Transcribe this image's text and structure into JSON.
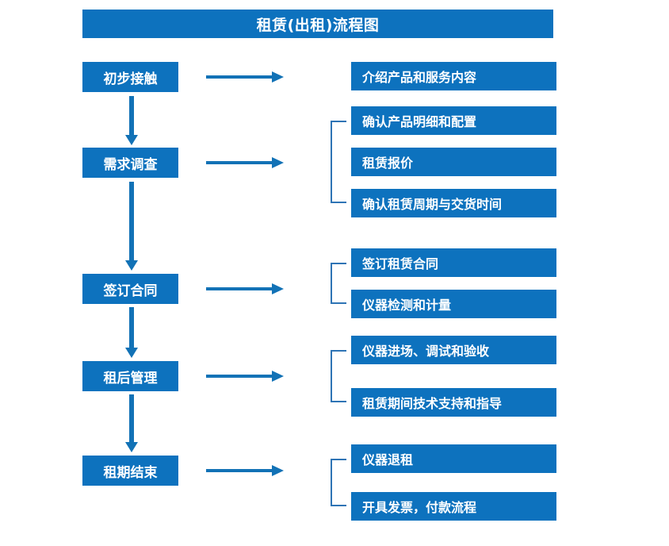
{
  "title": {
    "text": "租赁(出租)流程图"
  },
  "colors": {
    "box_blue": "#0D72BE",
    "arrow_blue": "#1272B6",
    "bracket_blue": "#2E74B5",
    "box_text": "#FFFFFF",
    "background": "#FFFFFF"
  },
  "stages": [
    {
      "label": "初步接触"
    },
    {
      "label": "需求调查"
    },
    {
      "label": "签订合同"
    },
    {
      "label": "租后管理"
    },
    {
      "label": "租期结束"
    }
  ],
  "groups": [
    {
      "stage": "初步接触",
      "bracket": false,
      "items": [
        {
          "label": "介绍产品和服务内容"
        }
      ]
    },
    {
      "stage": "需求调查",
      "bracket": true,
      "items": [
        {
          "label": "确认产品明细和配置"
        },
        {
          "label": "租赁报价"
        },
        {
          "label": "确认租赁周期与交货时间"
        }
      ]
    },
    {
      "stage": "签订合同",
      "bracket": true,
      "items": [
        {
          "label": "签订租赁合同"
        },
        {
          "label": "仪器检测和计量"
        }
      ]
    },
    {
      "stage": "租后管理",
      "bracket": true,
      "items": [
        {
          "label": "仪器进场、调试和验收"
        },
        {
          "label": "租赁期间技术支持和指导"
        }
      ]
    },
    {
      "stage": "租期结束",
      "bracket": true,
      "items": [
        {
          "label": "仪器退租"
        },
        {
          "label": "开具发票，付款流程"
        }
      ]
    }
  ]
}
